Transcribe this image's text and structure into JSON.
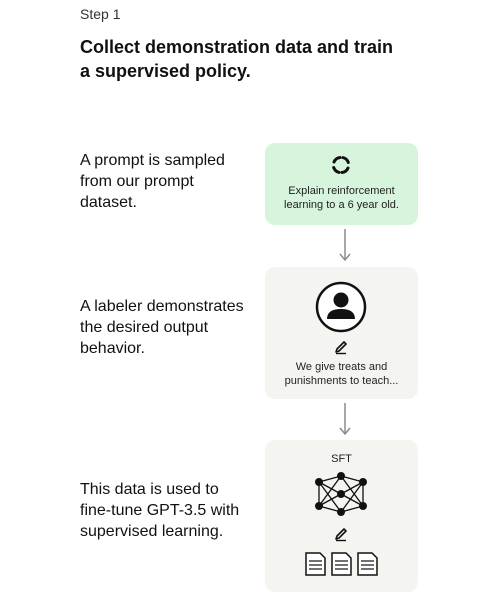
{
  "step": "Step 1",
  "heading": "Collect demonstration data and train a supervised policy.",
  "rows": [
    {
      "description": "A prompt is sampled from our prompt dataset.",
      "card_text": "Explain reinforcement learning to a 6 year old."
    },
    {
      "description": "A labeler demonstrates the desired output behavior.",
      "card_text": "We give treats and punishments to teach..."
    },
    {
      "description": "This data is used to fine-tune GPT-3.5 with supervised learning.",
      "card_label": "SFT"
    }
  ],
  "colors": {
    "prompt_card": "#d6f5dc",
    "card": "#f4f4f1",
    "text": "#111111",
    "arrow": "#8a8a8a"
  },
  "icons": [
    "refresh-cycle-icon",
    "down-arrow-icon",
    "person-avatar-icon",
    "pencil-icon",
    "neural-network-icon",
    "document-icon"
  ]
}
